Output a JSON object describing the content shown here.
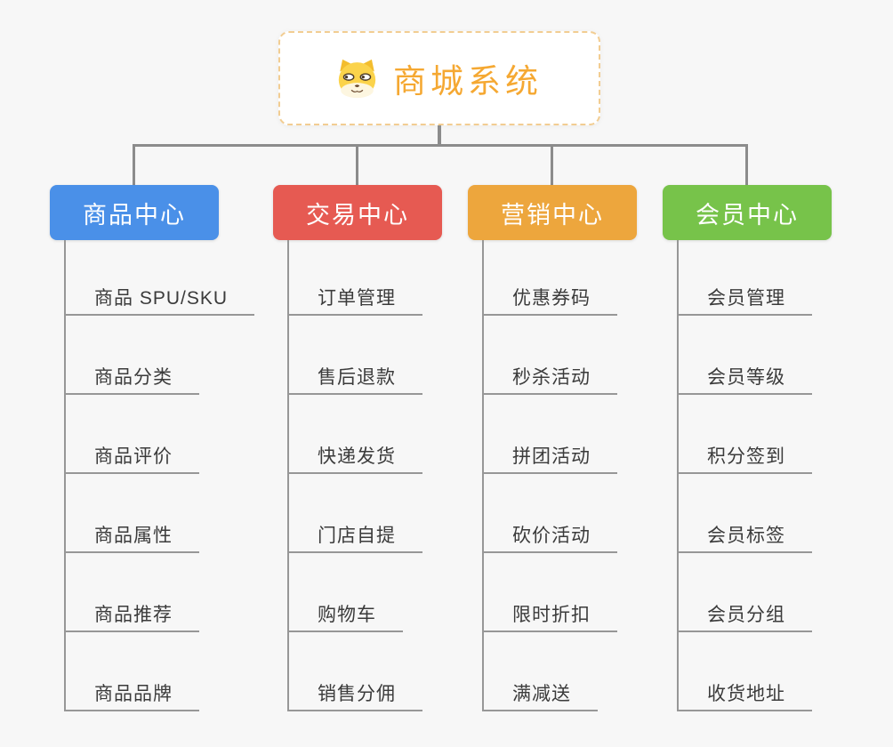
{
  "root": {
    "title": "商城系统",
    "icon": "doge-icon",
    "accent_color": "#f5a832",
    "border_color": "#f2cd92"
  },
  "branches": [
    {
      "label": "商品中心",
      "color": "#4a90e8",
      "items": [
        "商品 SPU/SKU",
        "商品分类",
        "商品评价",
        "商品属性",
        "商品推荐",
        "商品品牌"
      ]
    },
    {
      "label": "交易中心",
      "color": "#e65a52",
      "items": [
        "订单管理",
        "售后退款",
        "快递发货",
        "门店自提",
        "购物车",
        "销售分佣"
      ]
    },
    {
      "label": "营销中心",
      "color": "#eda63d",
      "items": [
        "优惠券码",
        "秒杀活动",
        "拼团活动",
        "砍价活动",
        "限时折扣",
        "满减送"
      ]
    },
    {
      "label": "会员中心",
      "color": "#77c34a",
      "items": [
        "会员管理",
        "会员等级",
        "积分签到",
        "会员标签",
        "会员分组",
        "收货地址"
      ]
    }
  ],
  "colors": {
    "connector": "#8c8c8c",
    "leaf_line": "#979797",
    "leaf_text": "#3b3b3b",
    "background": "#f7f7f7"
  }
}
